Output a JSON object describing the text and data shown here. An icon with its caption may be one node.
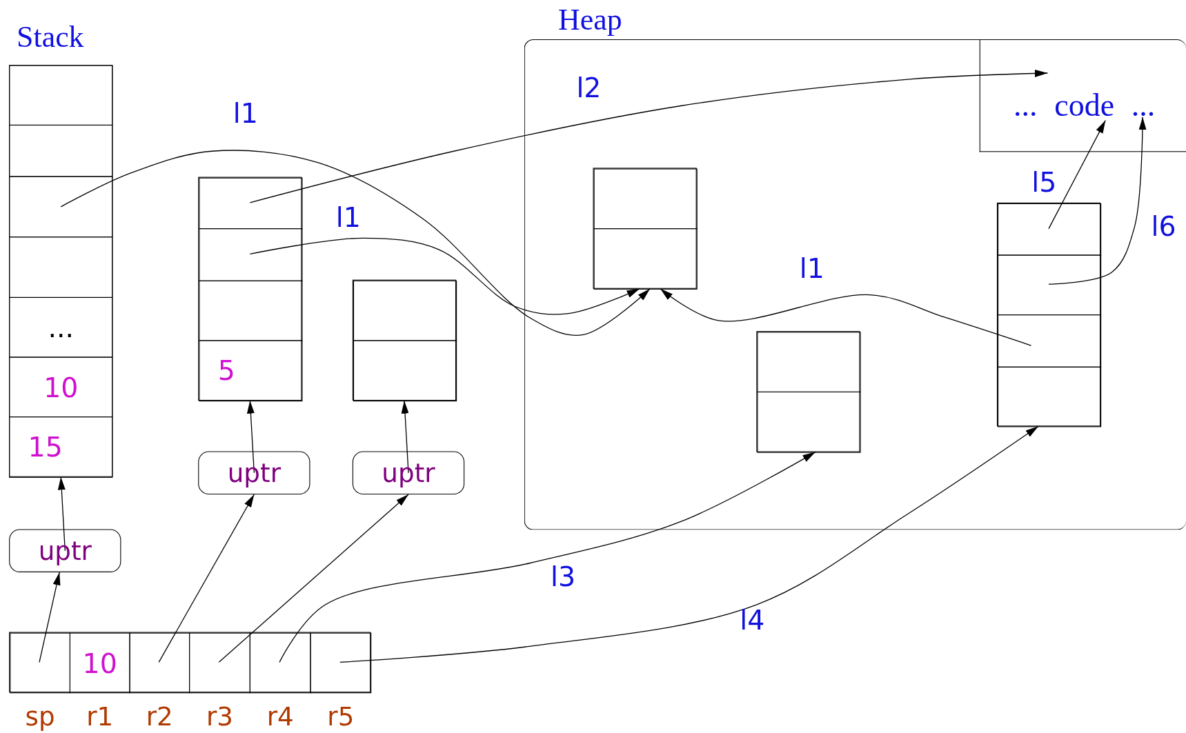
{
  "diagram": {
    "nodes": [
      {
        "text": [
          "Stack"
        ]
      },
      {
        "text": [],
        "shape": "box",
        "in": 0
      },
      {
        "text": [],
        "shape": "box",
        "in": 0
      },
      {
        "text": [],
        "shape": "box",
        "in": 0
      },
      {
        "text": [],
        "shape": "box",
        "in": 0
      },
      {
        "text": [
          "..."
        ],
        "in": 0
      },
      {
        "text": [
          "10"
        ],
        "in": 0
      },
      {
        "text": [
          "15"
        ],
        "in": 0
      },
      {
        "text": [
          "Heap"
        ]
      },
      {
        "text": [
          "... code ..."
        ],
        "in": 8
      },
      {
        "text": [],
        "shape": "box",
        "in": 8
      },
      {
        "text": [],
        "shape": "box",
        "in": 10
      },
      {
        "text": [],
        "shape": "box",
        "in": 10
      },
      {
        "text": [],
        "shape": "box",
        "in": 8
      },
      {
        "text": [],
        "shape": "box",
        "in": 13
      },
      {
        "text": [],
        "shape": "box",
        "in": 13
      },
      {
        "text": [],
        "shape": "box",
        "in": 13
      },
      {
        "text": [],
        "shape": "box",
        "in": 13
      },
      {
        "text": [],
        "shape": "box",
        "in": 8
      },
      {
        "text": [],
        "shape": "box",
        "in": 18
      },
      {
        "text": [],
        "shape": "box",
        "in": 18
      },
      {
        "text": [],
        "shape": "box"
      },
      {
        "text": [],
        "shape": "box",
        "in": 21
      },
      {
        "text": [],
        "shape": "box",
        "in": 21
      },
      {
        "text": [],
        "shape": "box",
        "in": 21
      },
      {
        "text": [
          "5"
        ],
        "in": 21
      },
      {
        "text": [],
        "shape": "box"
      },
      {
        "text": [],
        "shape": "box",
        "in": 26
      },
      {
        "text": [],
        "shape": "box",
        "in": 26
      },
      {
        "text": [
          "uptr"
        ]
      },
      {
        "text": [
          "uptr"
        ]
      },
      {
        "text": [
          "uptr"
        ]
      },
      {
        "text": [],
        "shape": "box"
      },
      {
        "text": [],
        "shape": "box",
        "in": 32,
        "beside": [
          "sp"
        ]
      },
      {
        "text": [
          "10"
        ],
        "in": 32,
        "beside": [
          "r1"
        ]
      },
      {
        "text": [],
        "shape": "box",
        "in": 32,
        "beside": [
          "r2"
        ]
      },
      {
        "text": [],
        "shape": "box",
        "in": 32,
        "beside": [
          "r3"
        ]
      },
      {
        "text": [],
        "shape": "box",
        "in": 32,
        "beside": [
          "r4"
        ]
      },
      {
        "text": [],
        "shape": "box",
        "in": 32,
        "beside": [
          "r5"
        ]
      }
    ],
    "edges": [
      {
        "from": 33,
        "to": 31,
        "arrow": "to"
      },
      {
        "from": 31,
        "to": 0,
        "arrow": "to"
      },
      {
        "from": 35,
        "to": 29,
        "arrow": "to"
      },
      {
        "from": 29,
        "to": 21,
        "arrow": "to"
      },
      {
        "from": 36,
        "to": 30,
        "arrow": "to"
      },
      {
        "from": 30,
        "to": 26,
        "arrow": "to"
      },
      {
        "from": 37,
        "to": 18,
        "arrow": "to",
        "label": "l3"
      },
      {
        "from": 38,
        "to": 13,
        "arrow": "to",
        "label": "l4"
      },
      {
        "from": 3,
        "to": 10,
        "arrow": "to",
        "label": "l1"
      },
      {
        "from": 23,
        "to": 10,
        "arrow": "to",
        "label": "l1"
      },
      {
        "from": 16,
        "to": 10,
        "arrow": "to",
        "label": "l1"
      },
      {
        "from": 22,
        "to": 9,
        "arrow": "to",
        "label": "l2"
      },
      {
        "from": 14,
        "to": 9,
        "arrow": "to",
        "label": "l5"
      },
      {
        "from": 15,
        "to": 9,
        "arrow": "to",
        "label": "l6"
      }
    ]
  }
}
